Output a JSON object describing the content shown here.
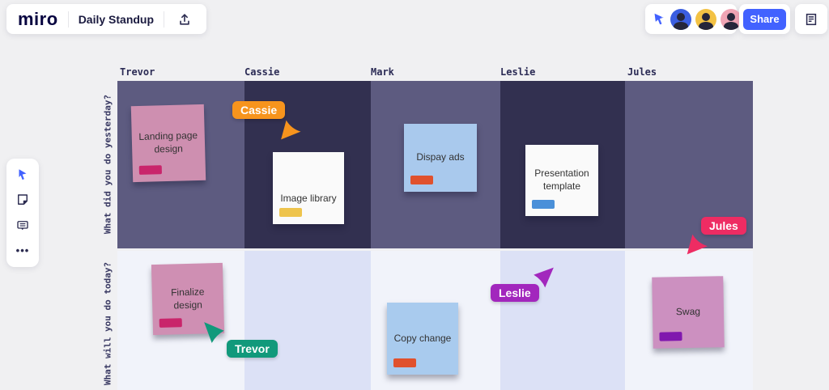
{
  "header": {
    "logo": "miro",
    "board_title": "Daily Standup",
    "share_label": "Share",
    "accent_blue": "#4262ff",
    "icons": [
      "export-icon",
      "collab-cursor-icon",
      "notes-icon"
    ]
  },
  "collaborators": {
    "avatars": [
      {
        "label": "avatar-blue",
        "bg": "#3b5ee0"
      },
      {
        "label": "avatar-yellow",
        "bg": "#f3c244"
      },
      {
        "label": "avatar-pink",
        "bg": "#f0a5b5"
      }
    ]
  },
  "sidebar": {
    "tools": [
      "select-cursor",
      "sticky-note",
      "comment",
      "more"
    ]
  },
  "board": {
    "columns": [
      "Trevor",
      "Cassie",
      "Mark",
      "Leslie",
      "Jules"
    ],
    "rows": [
      "What did you do yesterday?",
      "What will you do today?"
    ],
    "colors": {
      "row1_light": "#5d5b80",
      "row1_dark": "#323050",
      "row2_light": "#f1f3fa",
      "row2_dark": "#dce1f6"
    }
  },
  "stickies": [
    {
      "text": "Landing page design",
      "color": "#ce8fb0",
      "tag_color": "#c9256b"
    },
    {
      "text": "Image library",
      "color": "#fafafa",
      "tag_color": "#eec44d"
    },
    {
      "text": "Dispay ads",
      "color": "#a9c9ed",
      "tag_color": "#e0512d"
    },
    {
      "text": "Presentation template",
      "color": "#fafafa",
      "tag_color": "#4a90d9"
    },
    {
      "text": "Finalize design",
      "color": "#cf8fb3",
      "tag_color": "#c9256b"
    },
    {
      "text": "Copy change",
      "color": "#a9cbee",
      "tag_color": "#e0512d"
    },
    {
      "text": "Swag",
      "color": "#cc90c0",
      "tag_color": "#8018ae"
    }
  ],
  "cursors": [
    {
      "name": "Cassie",
      "color": "#f7941d"
    },
    {
      "name": "Jules",
      "color": "#ee2c63"
    },
    {
      "name": "Trevor",
      "color": "#11997b"
    },
    {
      "name": "Leslie",
      "color": "#a227bd"
    }
  ]
}
